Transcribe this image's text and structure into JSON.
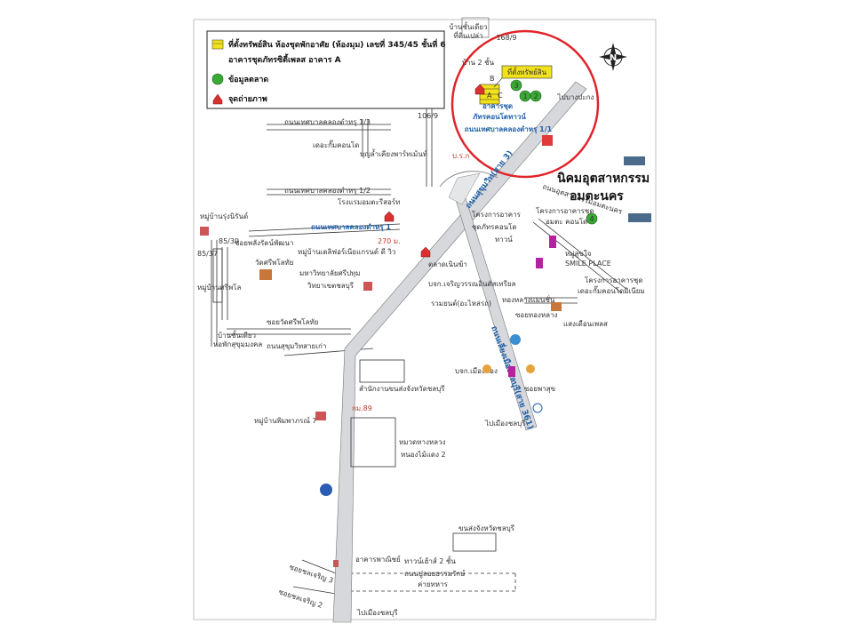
{
  "legend": {
    "property_line1": "ที่ตั้งทรัพย์สิน  ห้องชุดพักอาศัย (ห้องมุม) เลขที่ 345/45 ชั้นที่ 6",
    "property_line2": "อาคารชุดภัทรซิตี้เพลส อาคาร A",
    "data_label": "ข้อมูลตลาด",
    "photo_label": "จุดถ่ายภาพ"
  },
  "colors": {
    "property": "#f2e21b",
    "market": "#3aaa35",
    "photo": "#d93030",
    "circle": "#e0242a",
    "road": "#e6e6e6",
    "highway": "#cfd3d8",
    "label_blue": "#1f5fa8"
  },
  "highlight": {
    "property_tag": "ที่ตั้งทรัพย์สิน",
    "building_name1": "อาคารชุด",
    "building_name2": "ภัทรคอนโดทาวน์",
    "road_name": "ถนนเทศบาลคลองตำหรุ 1/1",
    "house_2floor": "บ้าน 2 ชั้น",
    "row_house": "บ้านชั้นเดียว",
    "row_house2": "ที่ดินเปล่า",
    "num_168": "168/9",
    "to_bang_pakong": "ไปบางปะกง",
    "km": "บ.ร.ก",
    "letter_b": "B",
    "letter_a": "A",
    "letter_c": "C"
  },
  "markers": {
    "m1": "1",
    "m2": "2",
    "m3": "3",
    "m4": "4"
  },
  "labels": {
    "road_1_3": "ถนนเทศบาลคลองตำหรุ 1/3",
    "num_106": "106/9",
    "chumphon": "เดอะกั๊มคอนโด",
    "boonsom": "บุญล้ำเคียงพาร์ทเม้นท์",
    "road_1_2": "ถนนเทศบาลคลองตำหรุ 1/2",
    "hotel": "โรงแรมอมตะรีสอร์ท",
    "road_1_blue": "ถนนเทศบาลคลองตำหรุ 1",
    "dist_270": "270 ม.",
    "village_thai": "หมู่บ้านรุ่งนิรันด์",
    "num_85_39": "85/39",
    "num_85_37": "85/37",
    "soi_rat": "ซอยพลังรัตน์พัฒนา",
    "wat": "วัดศรีพโลทัย",
    "village_sri": "หมู่บ้านศรีพโล",
    "village_delight": "หมู่บ้านเดลิฟอร์เนียแกรนด์ ดี วิว",
    "university": "มหาวิทยาลัยศรีปทุม",
    "university2": "วิทยาเขตชลบุรี",
    "market_khlong": "ตลาดเนินฆ้า",
    "soi_wat": "ซอยวัดศรีพโลทัย",
    "row_single": "บ้านชั้นเดียว",
    "dorm": "หอพักสุขุมมงคล",
    "sukhumvit_old": "ถนนสุขุมวิทสายเก่า",
    "sukhumvit_new": "ถนนสุขุมวิท(สาย 3)",
    "motorway": "ถนนเลี่ยงเมืองชลบุรี(สาย 361)",
    "estate1": "นิคมอุตสาหกรรม",
    "estate2": "อมตะนคร",
    "estate_road": "ถนนอุตสาหกรรมอมตะนคร",
    "project1": "โครงการอาคาร",
    "project1b": "ชุดภัทรคอนโด",
    "project1c": "ทาวน์",
    "project2": "โครงการอาคารชุด",
    "project2b": "อมตะ คอนโด",
    "sukjai": "หมู่สุขใจ",
    "smile": "SMILE PLACE",
    "project3": "โครงการอาคารชุด",
    "project3b": "เดอะกั๊มคอนโดมิเนียม",
    "company": "บจก.เจริญวรรณอินดัสเทรียล",
    "rouamyon": "รวมยนต์(อะไหล่รถ)",
    "tonglang_gold": "ทองหลางแมนชั่น",
    "soi_tonglang": "ซอยทองหลาง",
    "saeng": "แสงเดือนเพลส",
    "muangthong": "บจก.เมืองทอง",
    "soi_paesuk": "ซอยพาสุข",
    "to_chonburi": "ไปเมืองชลบุรี",
    "transport_office": "สำนักงานขนส่งจังหวัดชลบุรี",
    "km89": "กม.89",
    "village_pim": "หมู่บ้านพิมพาภรณ์ 7",
    "village_tonglang": "หมวดทางหลวง",
    "village_tonglang2": "หนองไม้แดง 2",
    "transport2": "ขนส่งจังหวัดชลบุรี",
    "commercial": "อาคารพาณิชย์",
    "townhouse": "ทาวน์เฮ้าส์ 2 ชั้น",
    "army": "ถนนปูลอยธรรมรักษ์",
    "army2": "ค่ายทหาร",
    "soi_charoen3": "ซอยชลเจริญ 3",
    "soi_charoen2": "ซอยชลเจริญ 2",
    "to_chonburi2": "ไปเมืองชลบุรี"
  }
}
